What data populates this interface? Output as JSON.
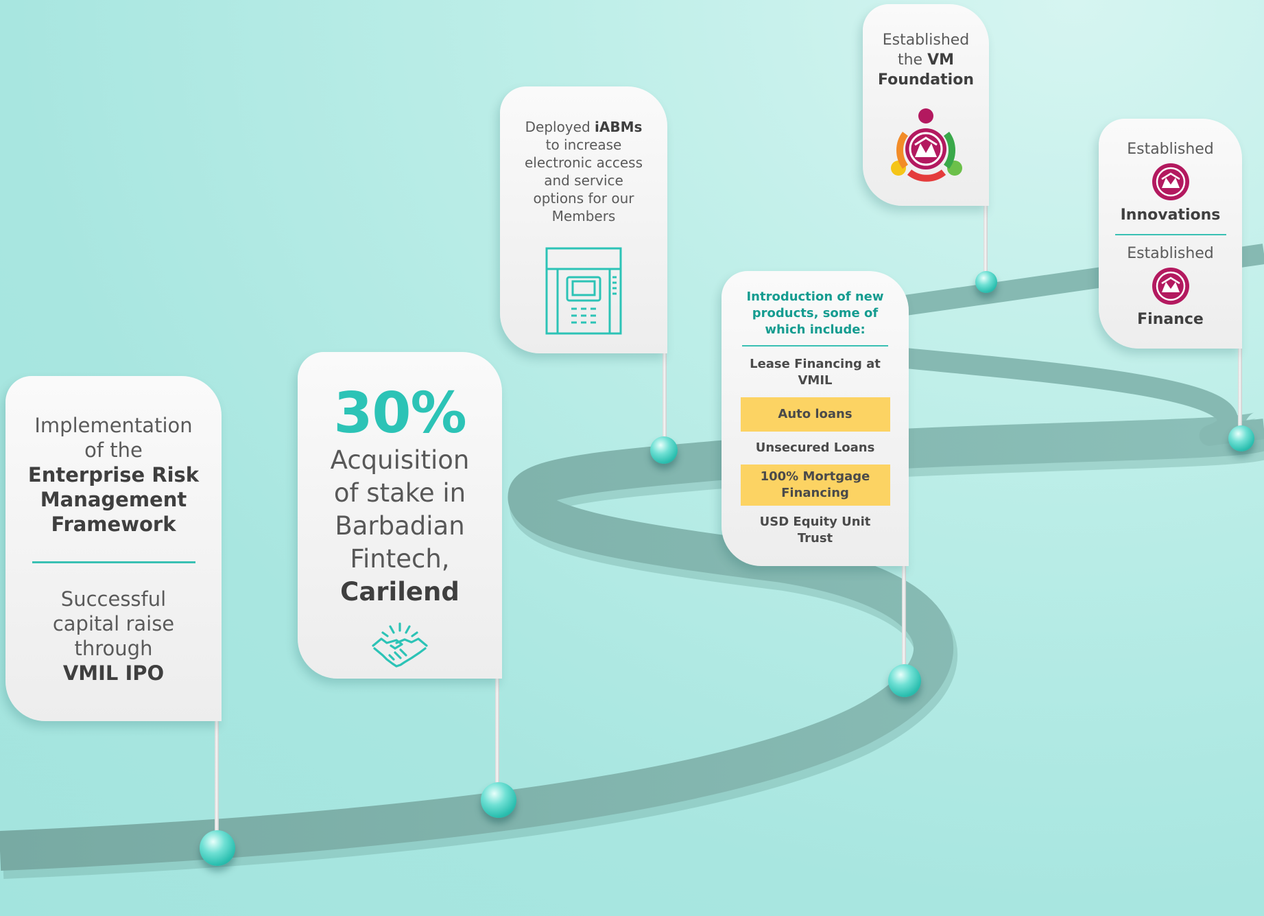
{
  "colors": {
    "background": "#a8e6e0",
    "road": "#7fb1aa",
    "accent_teal": "#2cc3b6",
    "highlight_yellow": "#fcd363",
    "brand_magenta": "#b3195f"
  },
  "milestones": [
    {
      "line1": "Implementation",
      "line2": "of the",
      "bold1": "Enterprise Risk",
      "bold2": "Management",
      "bold3": "Framework",
      "line3": "Successful",
      "line4": "capital raise",
      "line5": "through",
      "bold4": "VMIL IPO"
    },
    {
      "big": "30%",
      "line1": "Acquisition",
      "line2": "of stake in",
      "line3": "Barbadian",
      "line4": "Fintech,",
      "bold": "Carilend",
      "icon": "handshake-icon"
    },
    {
      "pre": "Deployed ",
      "bold": "iABMs",
      "line1": "to increase",
      "line2": "electronic access",
      "line3": "and service",
      "line4": "options for our",
      "line5": "Members",
      "icon": "atm-icon"
    },
    {
      "heading1": "Introduction of new",
      "heading2": "products, some of",
      "heading3": "which include:",
      "products": [
        {
          "l1": "Lease Financing at",
          "l2": "VMIL",
          "highlight": false
        },
        {
          "l1": "Auto loans",
          "l2": "",
          "highlight": true
        },
        {
          "l1": "Unsecured Loans",
          "l2": "",
          "highlight": false
        },
        {
          "l1": "100% Mortgage",
          "l2": "Financing",
          "highlight": true
        },
        {
          "l1": "USD Equity Unit",
          "l2": "Trust",
          "highlight": false
        }
      ]
    },
    {
      "line1": "Established",
      "pre": "the ",
      "bold1": "VM",
      "bold2": "Foundation",
      "icon": "vm-foundation-logo"
    },
    {
      "label1": "Established",
      "name1": "Innovations",
      "label2": "Established",
      "name2": "Finance",
      "icon": "vm-logo-icon"
    }
  ]
}
